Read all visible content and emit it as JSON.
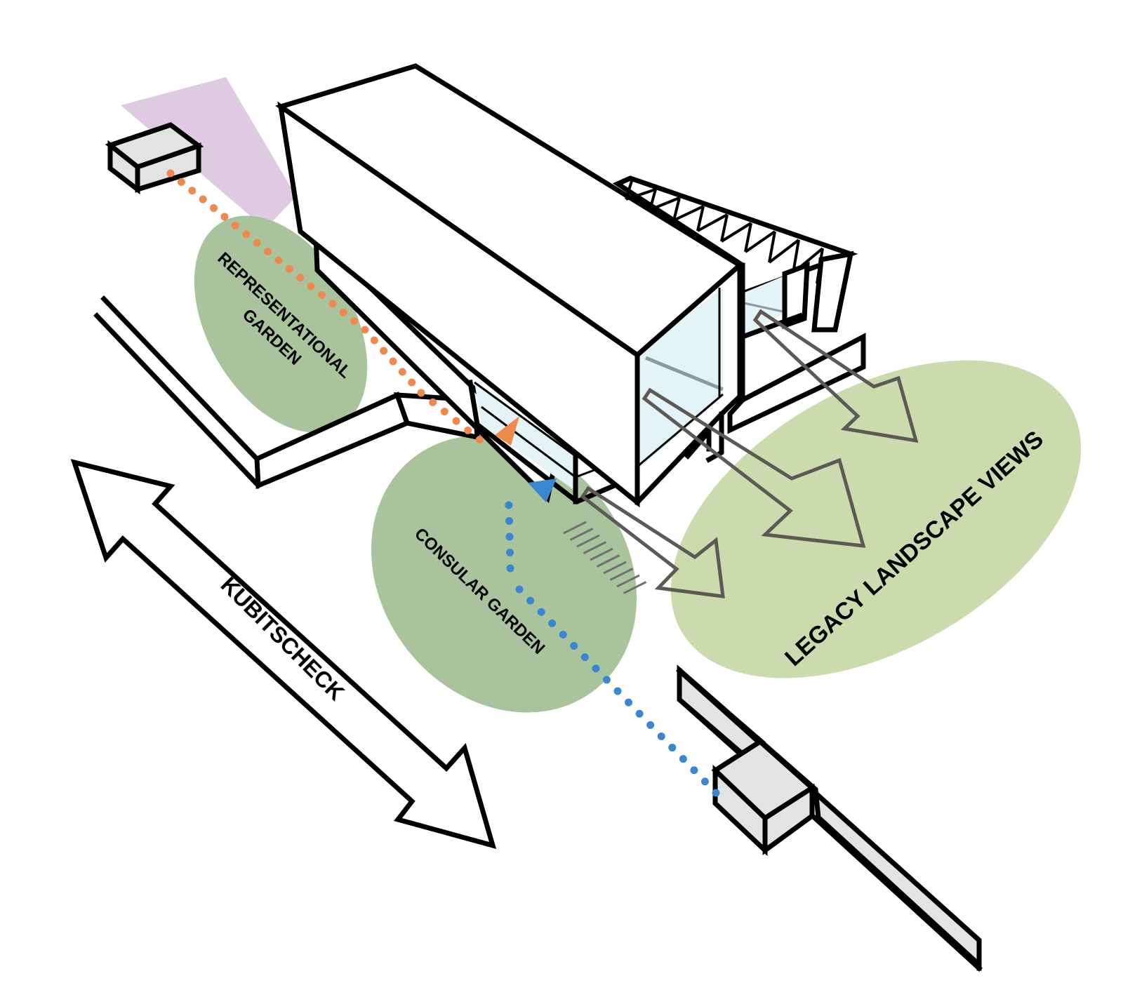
{
  "labels": {
    "representational_garden_line1": "REPRESENTATIONAL",
    "representational_garden_line2": "GARDEN",
    "consular_garden": "CONSULAR GARDEN",
    "legacy_landscape_views": "LEGACY LANDSCAPE VIEWS",
    "kubitscheck": "KUBITSCHECK"
  },
  "colors": {
    "garden_green": "#a9c49c",
    "landscape_green": "#cbdbae",
    "plaza_purple": "#dfc9e3",
    "orange_path": "#ef8a4e",
    "blue_path": "#3a87cf",
    "glass": "#e4f3f5",
    "pavilion_grey": "#e3e3e3",
    "view_arrow": "#5d5955"
  },
  "icons": {
    "orange_path_end": "triangle-arrow-icon",
    "blue_path_end": "triangle-arrow-icon",
    "street_arrow": "double-arrow-icon",
    "view_arrows": "outline-arrow-icon"
  }
}
